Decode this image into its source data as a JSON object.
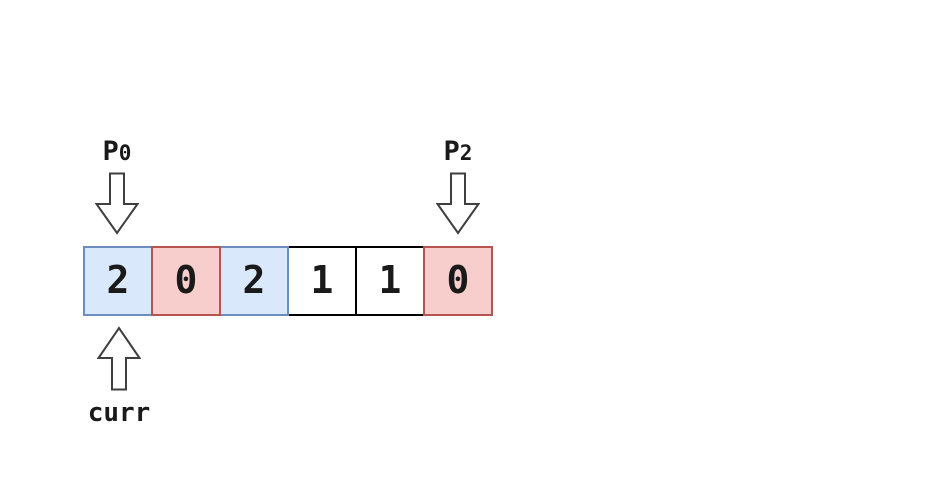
{
  "diagram": {
    "description": "array with two-pointer partition state",
    "array": {
      "cells": [
        {
          "value": "2",
          "type": "blue"
        },
        {
          "value": "0",
          "type": "red"
        },
        {
          "value": "2",
          "type": "blue"
        },
        {
          "value": "1",
          "type": "white"
        },
        {
          "value": "1",
          "type": "white"
        },
        {
          "value": "0",
          "type": "red"
        }
      ]
    },
    "pointers": {
      "p0": {
        "base": "p",
        "sub": "0"
      },
      "p2": {
        "base": "p",
        "sub": "2"
      },
      "curr": {
        "label": "curr"
      }
    },
    "colors": {
      "blue_fill": "#dae8fc",
      "blue_border": "#6c8ebf",
      "red_fill": "#f8cecc",
      "red_border": "#b85450",
      "white_fill": "#ffffff",
      "black_border": "#000000",
      "arrow_outline": "#3f3f3f",
      "arrow_fill": "#ffffff"
    }
  }
}
